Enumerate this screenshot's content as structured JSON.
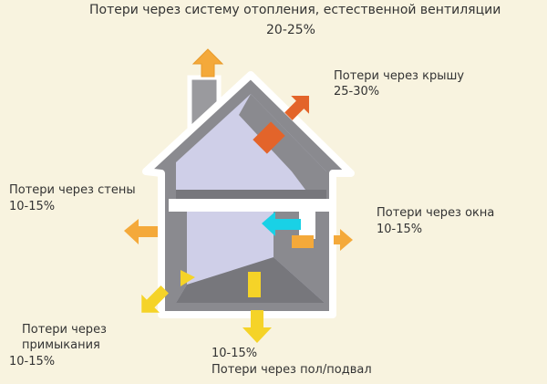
{
  "labels": {
    "heating": {
      "text": "Потери через систему отопления, естественной вентиляции",
      "value": "20-25%"
    },
    "roof": {
      "text": "Потери через крышу",
      "value": "25-30%"
    },
    "walls": {
      "text": "Потери через стены",
      "value": "10-15%"
    },
    "windows": {
      "text": "Потери через окна",
      "value": "10-15%"
    },
    "junctions": {
      "line1": "Потери через",
      "line2": "примыкания",
      "value": "10-15%"
    },
    "floor": {
      "value": "10-15%",
      "text": "Потери через пол/подвал"
    }
  },
  "colors": {
    "background": "#f8f3df",
    "house_outline": "#ffffff",
    "interior_wall": "#8a8a8f",
    "interior_back": "#cfcfe8",
    "arrow_orange": "#f4a93a",
    "arrow_yellow": "#f5d328",
    "arrow_cyan": "#19d1e6",
    "roof_vent": "#e3642a"
  }
}
